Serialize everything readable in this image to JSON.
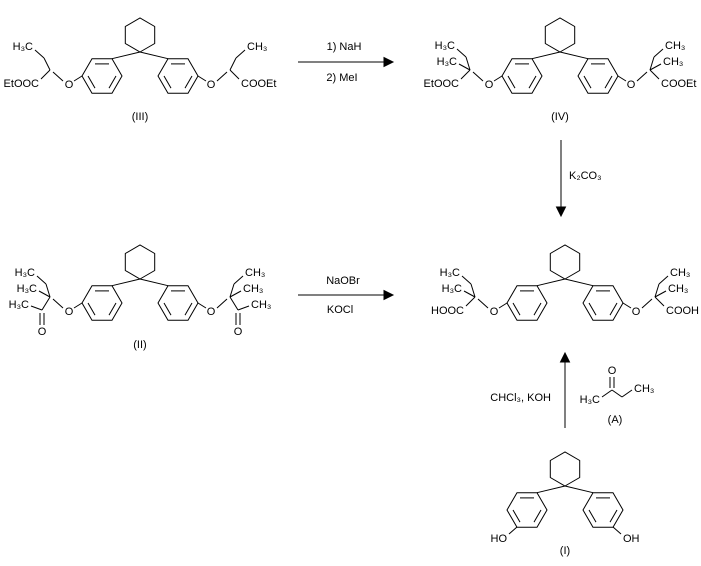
{
  "colors": {
    "ink": "#000000",
    "background": "#ffffff"
  },
  "structures": {
    "iii": {
      "label": "(III)",
      "left_ethyl": "H₃C",
      "left_ester": "EtOOC",
      "left_o": "O",
      "right_ethyl": "CH₃",
      "right_ester": "COOEt",
      "right_o": "O"
    },
    "iv": {
      "label": "(IV)",
      "left_ethyl": "H₃C",
      "left_methyl": "H₃C",
      "left_ester": "EtOOC",
      "left_o": "O",
      "right_ethyl": "CH₃",
      "right_methyl": "CH₃",
      "right_ester": "COOEt",
      "right_o": "O"
    },
    "ii": {
      "label": "(II)",
      "left_ethyl": "H₃C",
      "left_methyl": "H₃C",
      "left_acetyl_methyl": "H₃C",
      "left_carbonyl_o": "O",
      "left_o": "O",
      "right_ethyl": "CH₃",
      "right_methyl": "CH₃",
      "right_acetyl_methyl": "CH₃",
      "right_carbonyl_o": "O",
      "right_o": "O"
    },
    "product": {
      "left_ethyl": "H₃C",
      "left_methyl": "H₃C",
      "left_acid": "HOOC",
      "left_o": "O",
      "right_ethyl": "CH₃",
      "right_methyl": "CH₃",
      "right_acid": "COOH",
      "right_o": "O"
    },
    "a": {
      "label": "(A)",
      "left_methyl": "H₃C",
      "right_methyl": "CH₃",
      "carbonyl_o": "O"
    },
    "i": {
      "label": "(I)",
      "left_oh": "HO",
      "right_oh": "OH"
    }
  },
  "reactions": {
    "iii_to_iv": {
      "line1": "1) NaH",
      "line2": "2) MeI"
    },
    "iv_to_product": {
      "reagent": "K₂CO₃"
    },
    "ii_to_product": {
      "line1": "NaOBr",
      "line2": "KOCl"
    },
    "i_to_product": {
      "reagent": "CHCl₃, KOH"
    }
  }
}
